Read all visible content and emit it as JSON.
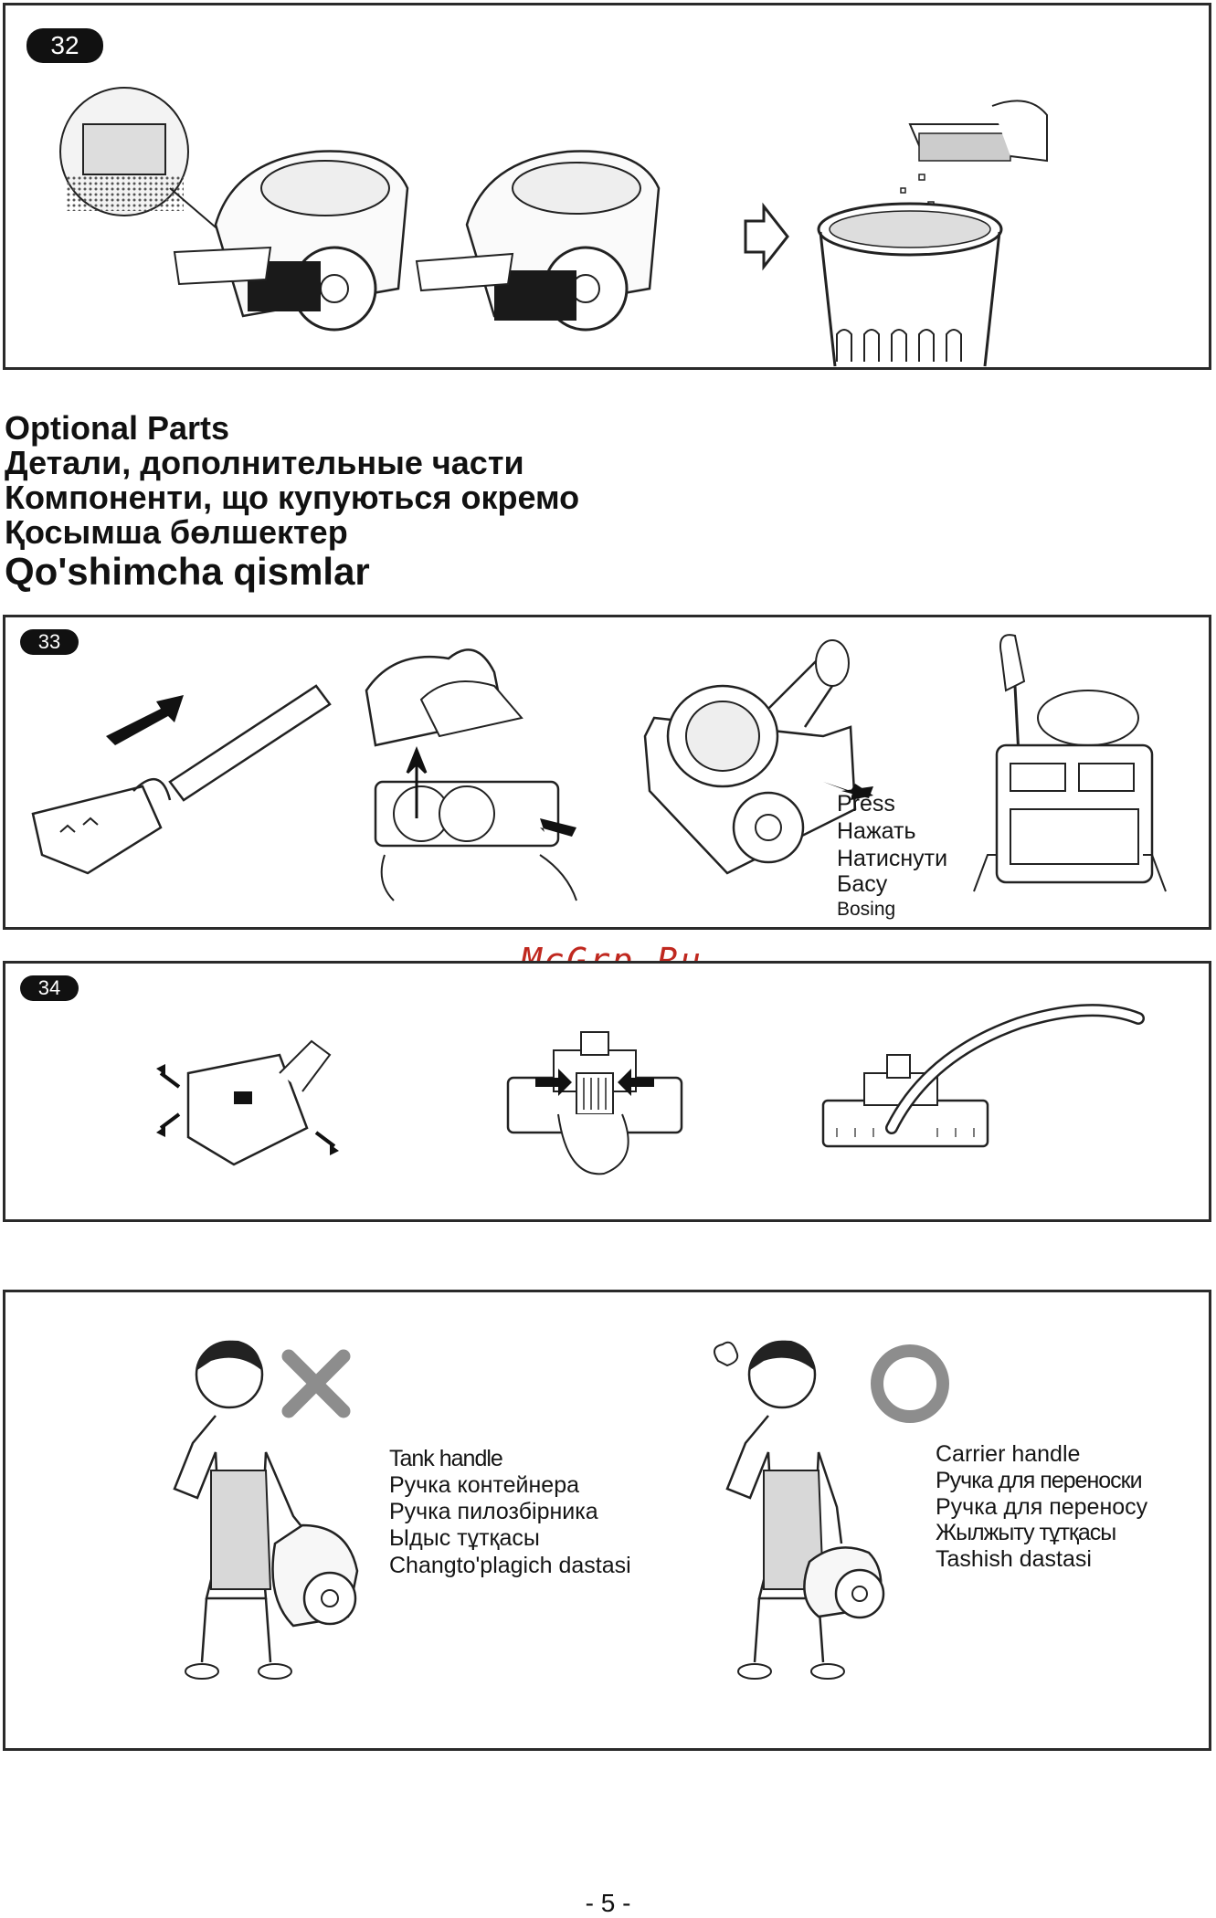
{
  "step32": {
    "badge": "32"
  },
  "heading": {
    "lines": [
      "Optional Parts",
      "Детали, дополнительные части",
      "Компоненти, що купуються окремо",
      "Қосымша бөлшектер",
      "Qo'shimcha qismlar"
    ]
  },
  "step33": {
    "badge": "33",
    "press_labels": [
      "Press",
      "Нажать",
      "Натиснути",
      "Басу",
      "Bosing"
    ]
  },
  "watermark": "McGrp.Ru",
  "step34": {
    "badge": "34"
  },
  "carry": {
    "wrong_labels": [
      "Tank handle",
      "Ручка контейнера",
      "Ручка пилозбірника",
      "Ыдыс тұтқасы",
      "Changto'plagich dastasi"
    ],
    "right_labels": [
      "Carrier handle",
      "Ручка для переноски",
      "Ручка для переносу",
      "Жылжыту тұтқасы",
      "Tashish dastasi"
    ]
  },
  "page_number": "- 5 -"
}
